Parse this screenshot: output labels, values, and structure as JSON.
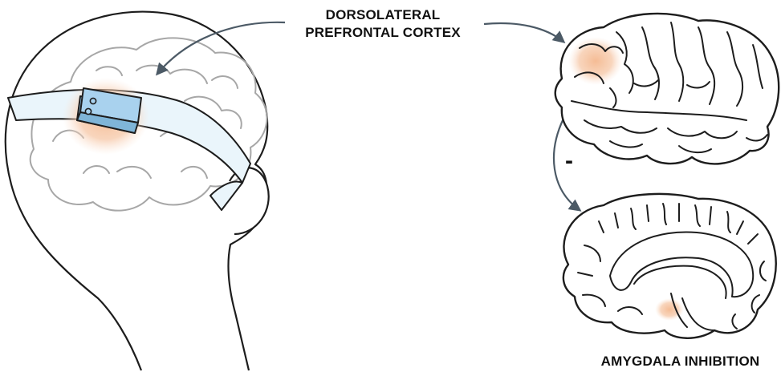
{
  "labels": {
    "dlpfc_line1": "DORSOLATERAL",
    "dlpfc_line2": "PREFRONTAL CORTEX",
    "inhibition_sign": "-",
    "amygdala": "AMYGDALA INHIBITION"
  },
  "colors": {
    "highlight": "#f6c7a6",
    "device_fill": "#a9d2ee",
    "device_stroke": "#1d1d1d",
    "band_fill": "#eaf5fb",
    "head_stroke": "#1d1d1d",
    "brain_inside_head_stroke": "#a7a7a7",
    "arrow": "#4c5a66"
  },
  "icons": {
    "device": "wearable-stimulation-device-icon",
    "lateral_brain": "lateral-brain-icon",
    "medial_brain": "medial-brain-icon",
    "head": "human-head-outline"
  }
}
